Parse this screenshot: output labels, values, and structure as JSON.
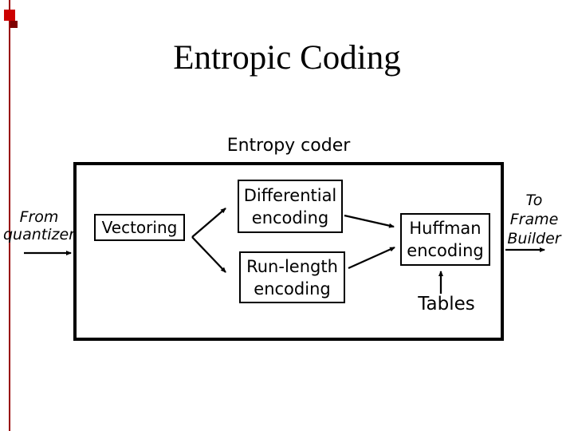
{
  "slide": {
    "title": "Entropic Coding"
  },
  "decor": {
    "accent_color": "#cc0000",
    "accent_dark_color": "#7d0000"
  },
  "diagram": {
    "label": "Entropy coder",
    "input": {
      "line1": "From",
      "line2": "quantizer"
    },
    "output": {
      "line1": "To",
      "line2": "Frame",
      "line3": "Builder"
    },
    "nodes": {
      "vectoring": {
        "label": "Vectoring"
      },
      "differential": {
        "line1": "Differential",
        "line2": "encoding"
      },
      "runlength": {
        "line1": "Run-length",
        "line2": "encoding"
      },
      "huffman": {
        "line1": "Huffman",
        "line2": "encoding"
      },
      "tables": {
        "label": "Tables"
      }
    },
    "edges": [
      {
        "from": "quantizer-input",
        "to": "entropy-coder"
      },
      {
        "from": "vectoring",
        "to": "differential-encoding"
      },
      {
        "from": "vectoring",
        "to": "run-length-encoding"
      },
      {
        "from": "differential-encoding",
        "to": "huffman-encoding"
      },
      {
        "from": "run-length-encoding",
        "to": "huffman-encoding"
      },
      {
        "from": "tables",
        "to": "huffman-encoding"
      },
      {
        "from": "entropy-coder",
        "to": "frame-builder-output"
      }
    ]
  }
}
